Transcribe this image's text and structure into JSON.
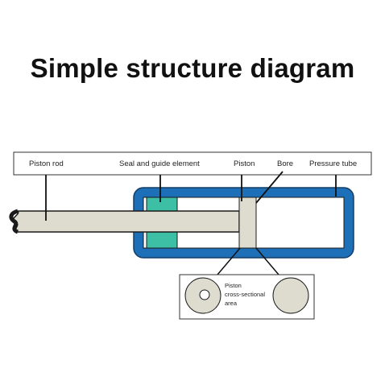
{
  "title": "Simple structure diagram",
  "labels": {
    "piston_rod": "Piston rod",
    "seal": "Seal and guide element",
    "piston": "Piston",
    "bore": "Bore",
    "pressure_tube": "Pressure tube"
  },
  "inset": {
    "text_line1": "Piston",
    "text_line2": "cross-sectional",
    "text_line3": "area"
  },
  "colors": {
    "tube_blue": "#1d6fb8",
    "seal_green": "#3dbfa5",
    "rod_fill": "#dedcce",
    "outline": "#1a1a1a"
  }
}
